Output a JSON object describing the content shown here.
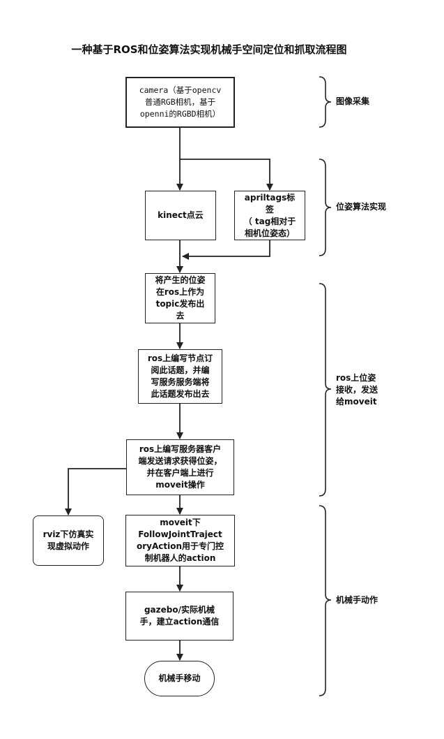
{
  "title": "一种基于ROS和位姿算法实现机械手空间定位和抓取流程图",
  "nodes": {
    "camera": "camera（基于opencv\n普通RGB相机，基于\nopenni的RGBD相机）",
    "kinect": "kinect点云",
    "apriltags": "apriltags标\n签\n（ tag相对于\n相机位姿态）",
    "publish": "将产生的位姿\n在ros上作为\ntopic发布出\n去",
    "node_sub": "ros上编写节点订\n阅此话题，并编\n写服务服务端将\n此话题发布出去",
    "client": "ros上编写服务器客户\n端发送请求获得位姿，\n并在客户端上进行\nmoveit操作",
    "rviz": "rviz下仿真实\n现虚拟动作",
    "moveit": "moveit下\nFollowJointTraject\noryAction用于专门控\n制机器人的action",
    "gazebo": "gazebo/实际机械\n手，建立action通信",
    "move": "机械手移动"
  },
  "stages": {
    "image": "图像采集",
    "pose": "位姿算法实现",
    "ros": "ros上位姿\n接收，发送\n给moveit",
    "arm": "机械手动作"
  }
}
